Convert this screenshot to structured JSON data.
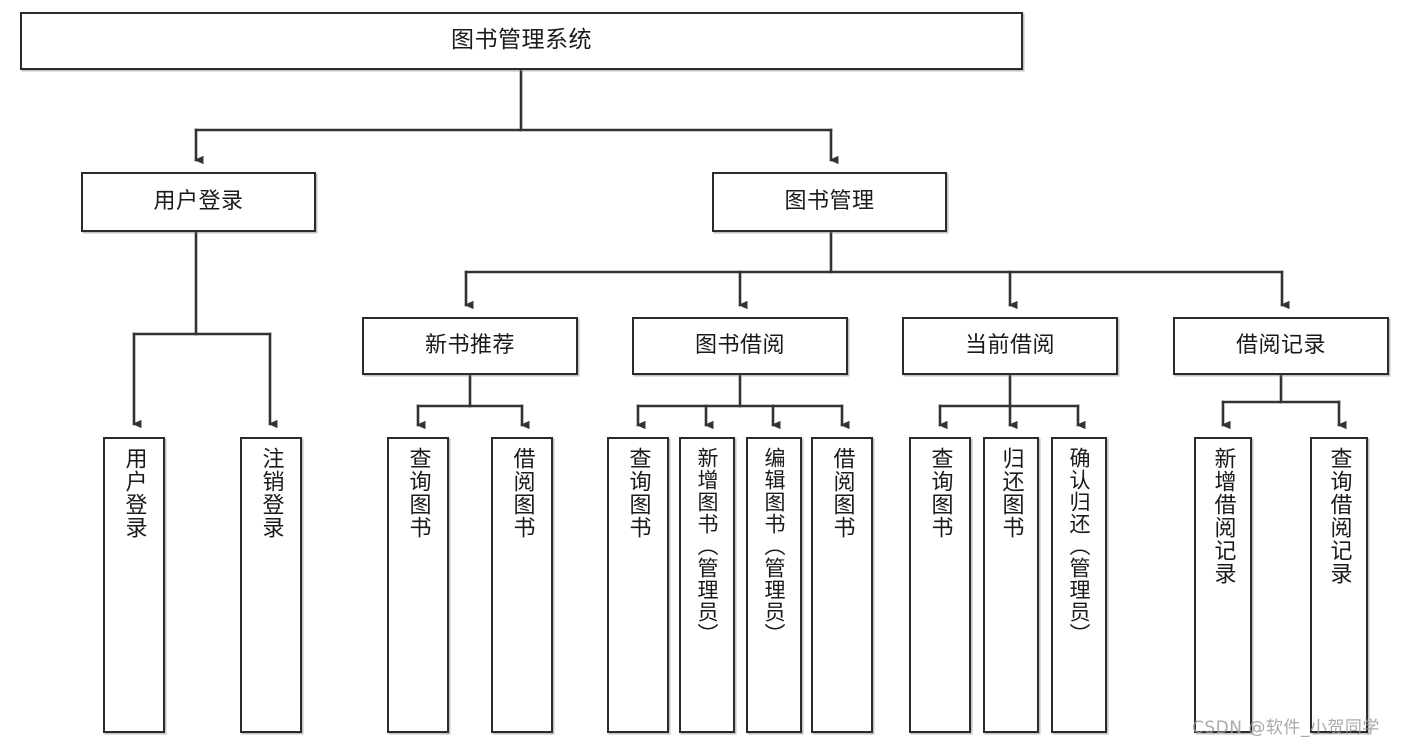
{
  "diagram": {
    "type": "tree-hierarchy-chart",
    "title": "图书管理系统",
    "watermark": "CSDN @软件_小贺同学",
    "colors": {
      "box_border": "#2b2b2b",
      "box_fill": "#ffffff",
      "connector": "#333333",
      "watermark": "#9b9b9b",
      "background": "#ffffff"
    },
    "nodes": {
      "root": {
        "label": "图书管理系统"
      },
      "level2": [
        {
          "id": "user-login",
          "label": "用户登录"
        },
        {
          "id": "book-manage",
          "label": "图书管理"
        }
      ],
      "level3": [
        {
          "id": "new-book-rec",
          "label": "新书推荐"
        },
        {
          "id": "book-borrow",
          "label": "图书借阅"
        },
        {
          "id": "current-borrow",
          "label": "当前借阅"
        },
        {
          "id": "borrow-record",
          "label": "借阅记录"
        }
      ],
      "leaves": {
        "user-login": [
          {
            "id": "leaf-user-login",
            "label": "用户登录"
          },
          {
            "id": "leaf-logout",
            "label": "注销登录"
          }
        ],
        "new-book-rec": [
          {
            "id": "leaf-query-book-1",
            "label": "查询图书"
          },
          {
            "id": "leaf-borrow-book-1",
            "label": "借阅图书"
          }
        ],
        "book-borrow": [
          {
            "id": "leaf-query-book-2",
            "label": "查询图书"
          },
          {
            "id": "leaf-add-book",
            "label": "新增图书（管理员）"
          },
          {
            "id": "leaf-edit-book",
            "label": "编辑图书（管理员）"
          },
          {
            "id": "leaf-borrow-book-2",
            "label": "借阅图书"
          }
        ],
        "current-borrow": [
          {
            "id": "leaf-query-book-3",
            "label": "查询图书"
          },
          {
            "id": "leaf-return-book",
            "label": "归还图书"
          },
          {
            "id": "leaf-confirm-return",
            "label": "确认归还（管理员）"
          }
        ],
        "borrow-record": [
          {
            "id": "leaf-add-record",
            "label": "新增借阅记录"
          },
          {
            "id": "leaf-query-record",
            "label": "查询借阅记录"
          }
        ]
      }
    }
  }
}
